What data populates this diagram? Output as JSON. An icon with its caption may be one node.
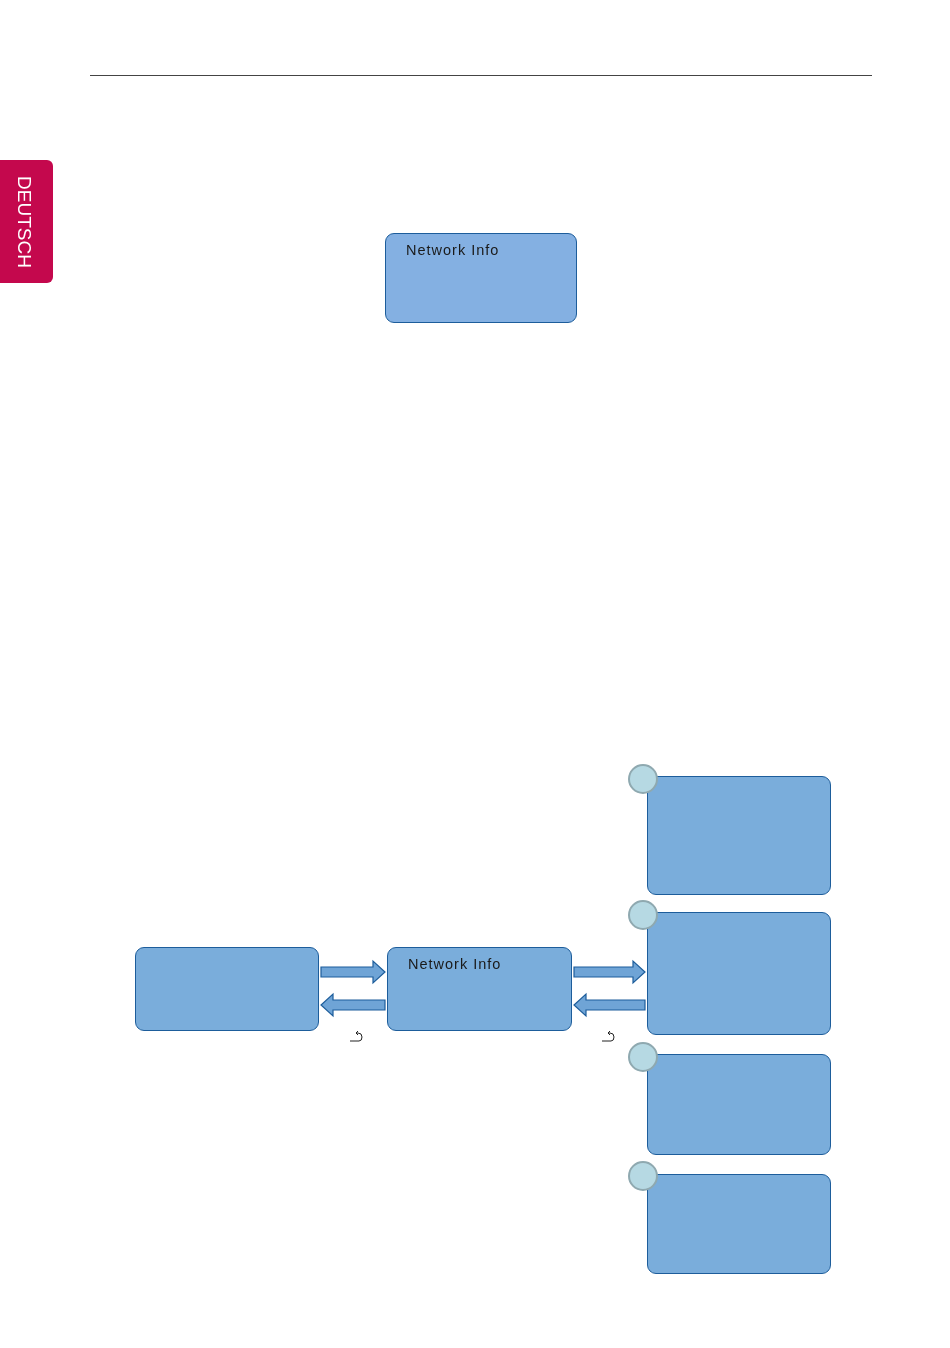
{
  "diagram": {
    "nodes": [
      {
        "text": [
          "Network Info"
        ]
      },
      {
        "text": [],
        "shape": "box"
      },
      {
        "text": [
          "Network Info"
        ]
      },
      {
        "text": [],
        "shape": "box"
      },
      {
        "text": [],
        "shape": "box"
      },
      {
        "text": [],
        "shape": "box"
      },
      {
        "text": [],
        "shape": "box"
      },
      {
        "text": [],
        "shape": "circle"
      },
      {
        "text": [],
        "shape": "circle"
      },
      {
        "text": [],
        "shape": "circle"
      },
      {
        "text": [],
        "shape": "circle"
      }
    ],
    "edges": [
      {
        "from": 1,
        "to": 2,
        "arrow": "to"
      },
      {
        "from": 2,
        "to": 1,
        "arrow": "to"
      },
      {
        "from": 2,
        "to": 4,
        "arrow": "to"
      },
      {
        "from": 4,
        "to": 2,
        "arrow": "to"
      }
    ],
    "labels": [
      "DEUTSCH"
    ]
  }
}
